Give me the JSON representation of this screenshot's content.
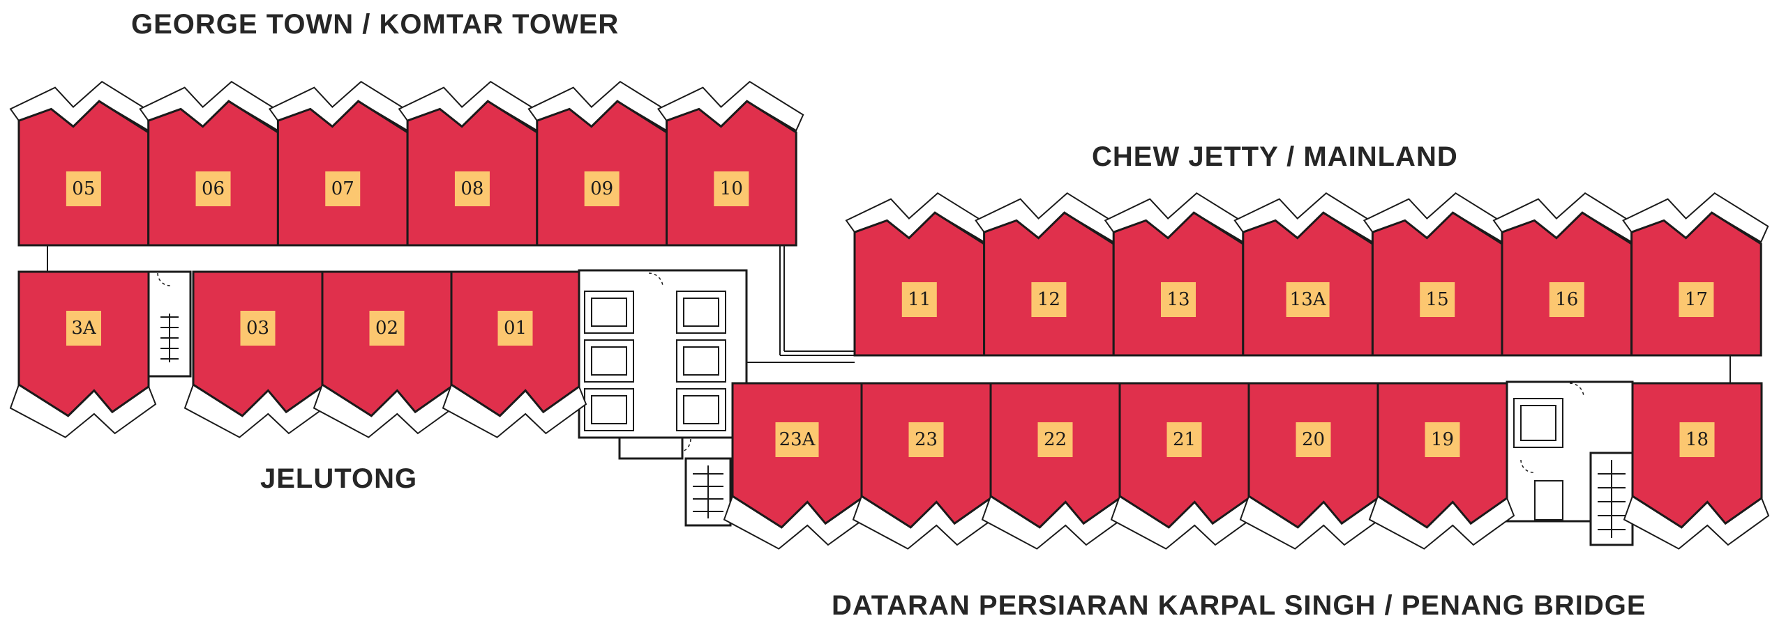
{
  "colors": {
    "unit_fill": "#e0304c",
    "tag_fill": "#fcc770",
    "outline": "#1a1a1a",
    "label_text": "#262626"
  },
  "directions": {
    "top_left": "GEORGE TOWN / KOMTAR TOWER",
    "top_right": "CHEW JETTY / MAINLAND",
    "left_bottom": "JELUTONG",
    "bottom_right": "DATARAN PERSIARAN KARPAL SINGH / PENANG BRIDGE"
  },
  "units": {
    "row1": [
      "05",
      "06",
      "07",
      "08",
      "09",
      "10"
    ],
    "row2": [
      "3A",
      "03",
      "02",
      "01"
    ],
    "row3": [
      "11",
      "12",
      "13",
      "13A",
      "15",
      "16",
      "17"
    ],
    "row4": [
      "23A",
      "23",
      "22",
      "21",
      "20",
      "19",
      "18"
    ]
  }
}
